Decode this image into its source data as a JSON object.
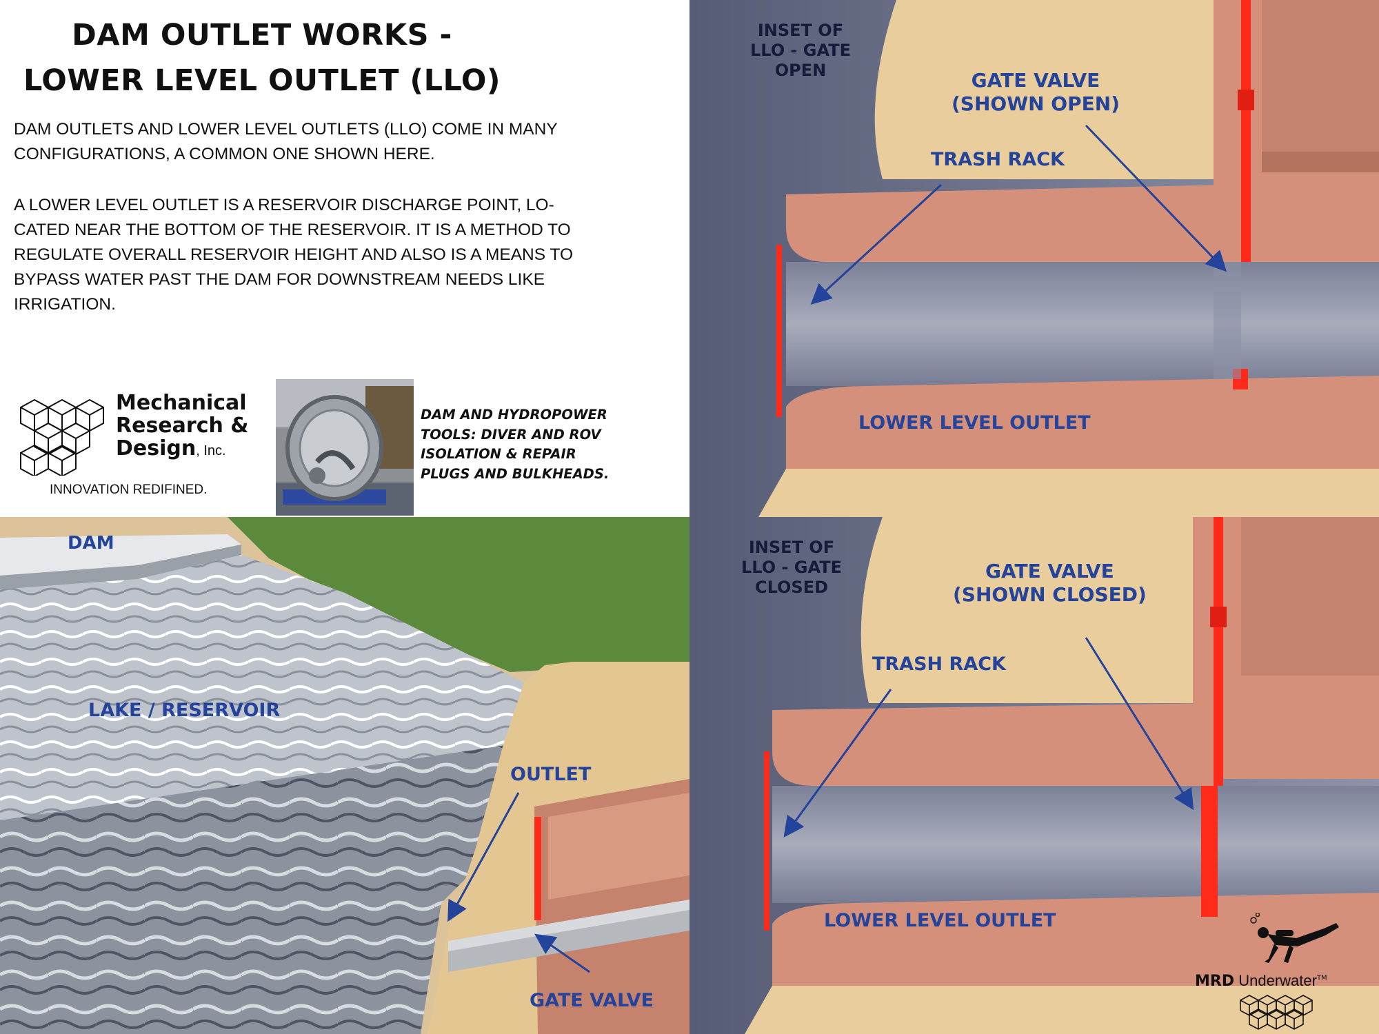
{
  "title": {
    "line1": "DAM OUTLET WORKS -",
    "line2": "LOWER LEVEL OUTLET (LLO)"
  },
  "intro": {
    "p1": [
      "DAM OUTLETS AND LOWER LEVEL OUTLETS (LLO) COME IN MANY",
      "CONFIGURATIONS, A COMMON ONE SHOWN HERE."
    ],
    "p2": [
      "A LOWER LEVEL OUTLET IS A RESERVOIR DISCHARGE POINT, LO-",
      "CATED NEAR THE BOTTOM OF THE RESERVOIR.  IT IS A METHOD TO",
      "REGULATE OVERALL RESERVOIR HEIGHT AND ALSO IS A MEANS TO",
      "BYPASS WATER PAST THE DAM FOR DOWNSTREAM NEEDS LIKE",
      "IRRIGATION."
    ]
  },
  "company": {
    "name_lines": [
      "Mechanical",
      "Research &",
      "Design"
    ],
    "suffix": ", Inc.",
    "tagline": "INNOVATION REDIFINED."
  },
  "product": {
    "caption": [
      "DAM AND HYDROPOWER",
      "TOOLS: DIVER AND ROV",
      "ISOLATION & REPAIR",
      "PLUGS AND BULKHEADS."
    ]
  },
  "panel_open": {
    "inset_label": [
      "INSET OF",
      "LLO - GATE",
      "OPEN"
    ],
    "gate_label": [
      "GATE VALVE",
      "(SHOWN OPEN)"
    ],
    "trash_label": "TRASH RACK",
    "outlet_label": "LOWER LEVEL OUTLET"
  },
  "panel_closed": {
    "inset_label": [
      "INSET OF",
      "LLO - GATE",
      "CLOSED"
    ],
    "gate_label": [
      "GATE VALVE",
      "(SHOWN CLOSED)"
    ],
    "trash_label": "TRASH RACK",
    "outlet_label": "LOWER LEVEL OUTLET"
  },
  "overview": {
    "dam_label": "DAM",
    "lake_label": "LAKE / RESERVOIR",
    "outlet_label": "OUTLET",
    "gate_label": "GATE VALVE"
  },
  "brand": {
    "mrd": "MRD",
    "underwater": " Underwater",
    "tm": "TM"
  },
  "colors": {
    "label_blue": "#24439a",
    "sand": "#e9cd9c",
    "concrete": "#d4907a",
    "gate_red": "#ff2a1a",
    "water_dark": "#767e98",
    "grass": "#5c8a3c"
  }
}
